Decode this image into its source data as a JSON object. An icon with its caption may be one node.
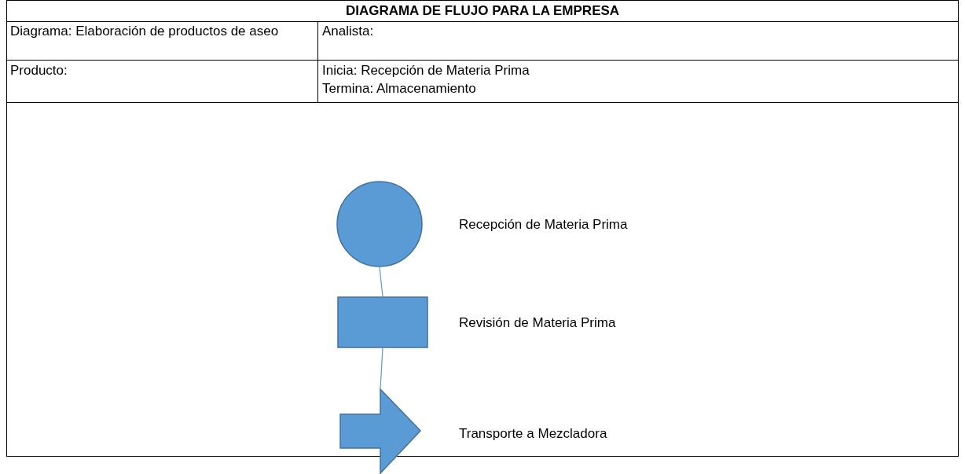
{
  "diagram": {
    "title": "DIAGRAMA DE FLUJO PARA LA EMPRESA",
    "nodes": [
      {
        "text": [],
        "shape": "circle",
        "beside": [
          "Recepción de Materia Prima"
        ]
      },
      {
        "text": [],
        "shape": "box",
        "beside": [
          "Revisión de Materia Prima"
        ]
      },
      {
        "text": [],
        "shape": "arrow",
        "beside": [
          "Transporte a Mezcladora"
        ]
      }
    ],
    "edges": [
      {
        "from": 0,
        "to": 1,
        "arrow": "none"
      },
      {
        "from": 1,
        "to": 2,
        "arrow": "none"
      }
    ],
    "labels": [
      "Diagrama: Elaboración de productos de aseo",
      "Analista:",
      "Producto:",
      "Inicia: Recepción de Materia Prima",
      "Termina: Almacenamiento"
    ]
  }
}
